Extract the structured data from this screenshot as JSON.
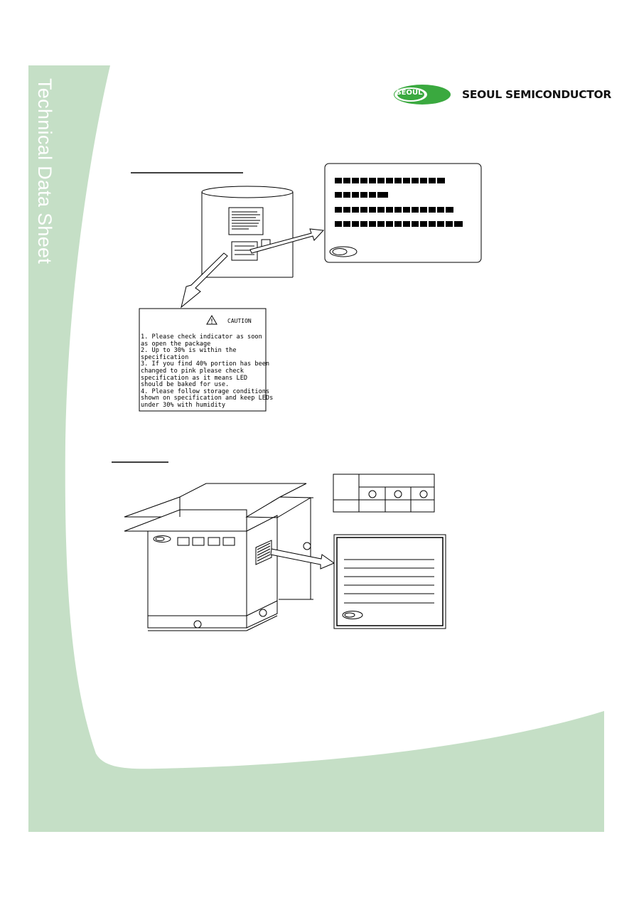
{
  "sidebar": {
    "title": "Technical Data Sheet"
  },
  "header": {
    "logo_text": "SEOUL",
    "brand_name": "SEOUL SEMICONDUCTOR"
  },
  "caution_label": {
    "heading": "CAUTION",
    "lines": [
      "1. Please check indicator as soon",
      "as open the package",
      "2. Up to 30% is within the",
      "specification",
      "3. If you find 40% portion has been",
      "changed to pink please check",
      "specification as it means LED",
      "should be baked for use.",
      "4. Please follow storage conditions",
      "shown on specification and keep LEDs",
      "under 30% with humidity"
    ]
  },
  "colors": {
    "green_panel": "#c5dfc6",
    "logo_green": "#3aa93f",
    "text": "#111111"
  },
  "icons": [
    "warning-triangle-icon",
    "seoul-logo-icon",
    "arrow-icon"
  ]
}
